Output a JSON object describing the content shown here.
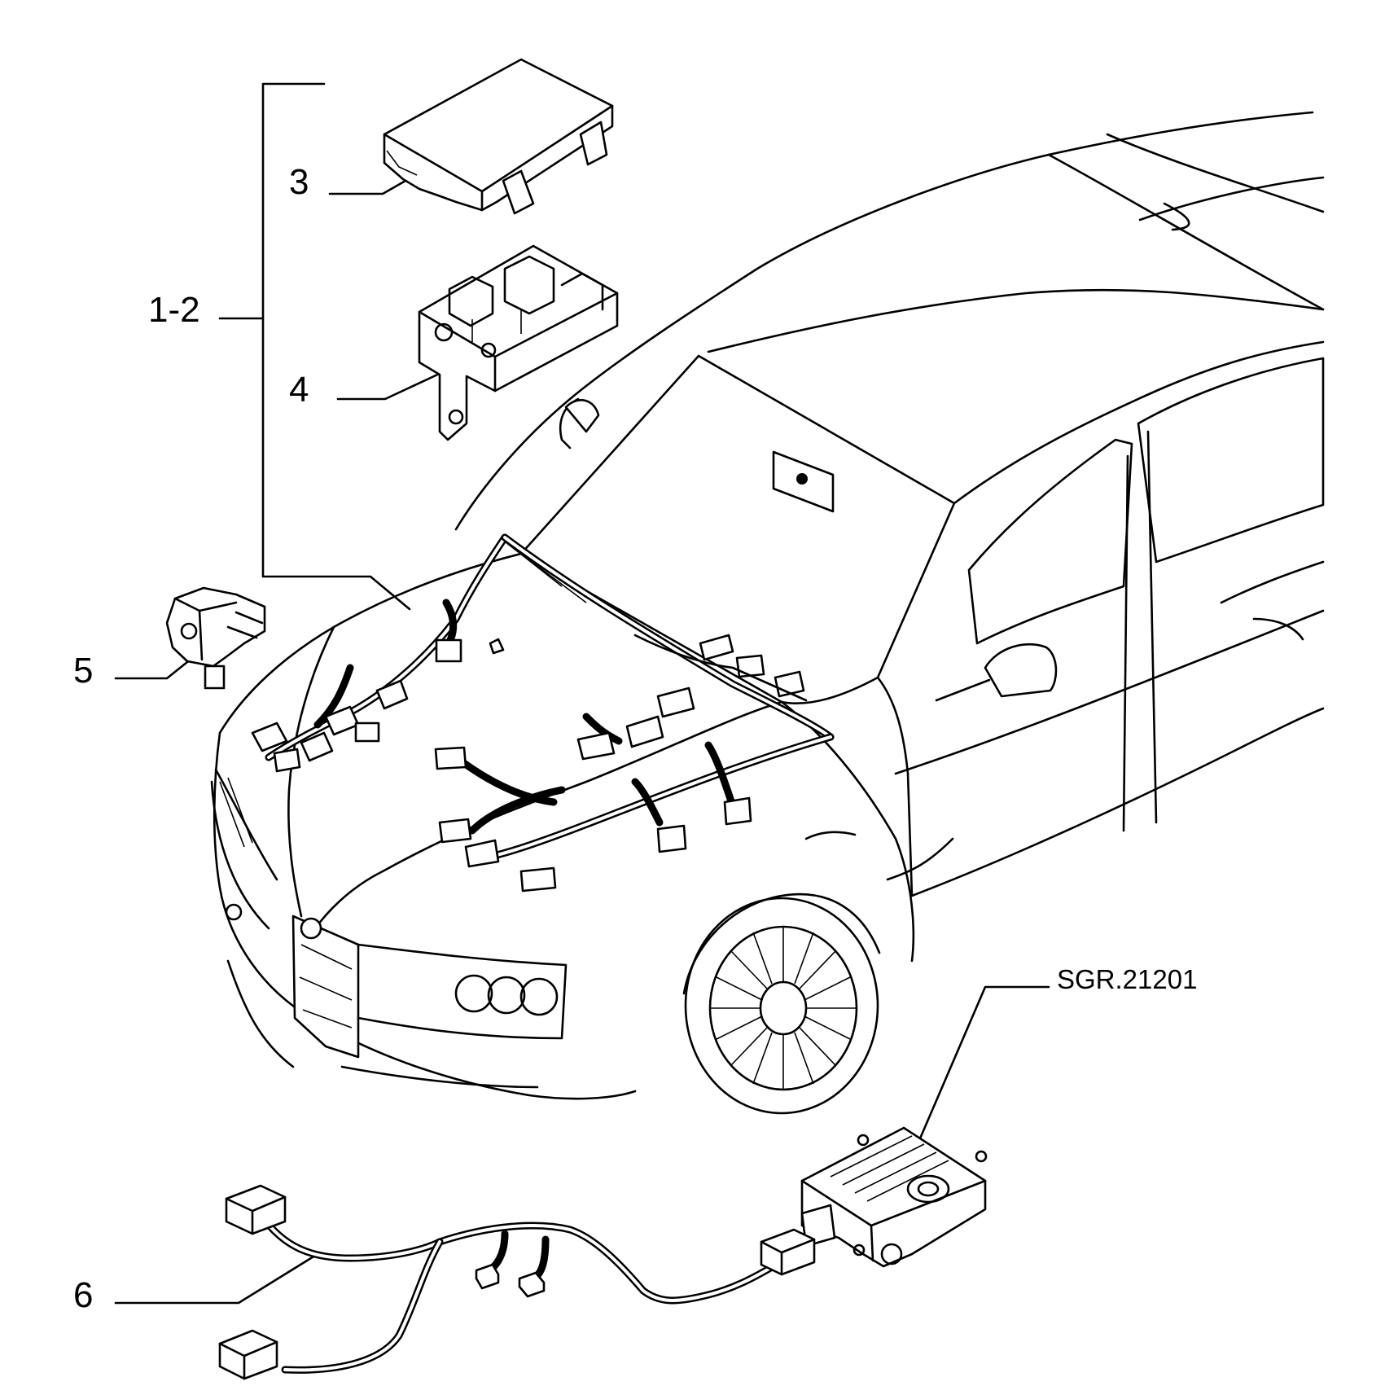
{
  "callouts": [
    {
      "id": "3",
      "text": "3"
    },
    {
      "id": "1-2",
      "text": "1-2"
    },
    {
      "id": "4",
      "text": "4"
    },
    {
      "id": "5",
      "text": "5"
    },
    {
      "id": "6",
      "text": "6"
    }
  ],
  "reference": "SGR.21201"
}
